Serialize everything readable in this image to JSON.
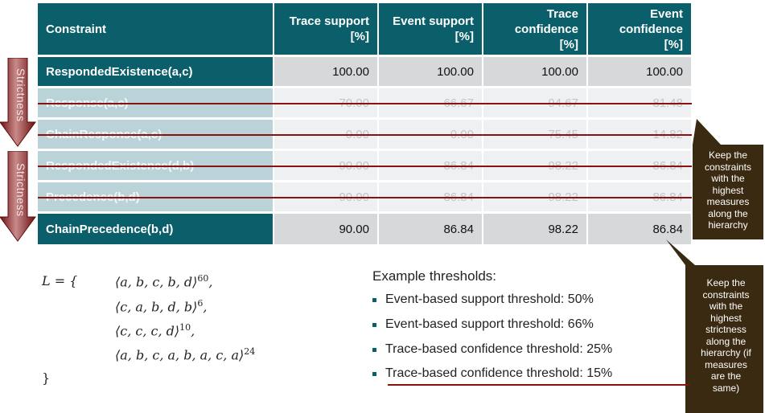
{
  "table": {
    "headers": {
      "constraint": "Constraint",
      "trace_support": [
        "Trace support",
        "[%]"
      ],
      "event_support": [
        "Event support",
        "[%]"
      ],
      "trace_confidence": [
        "Trace",
        "confidence",
        "[%]"
      ],
      "event_confidence": [
        "Event",
        "confidence",
        "[%]"
      ]
    },
    "rows": [
      {
        "name": "RespondedExistence(a,c)",
        "values": [
          "100.00",
          "100.00",
          "100.00",
          "100.00"
        ],
        "state": "kept"
      },
      {
        "name": "Response(a,c)",
        "values": [
          "70.00",
          "66.67",
          "94.67",
          "81.48"
        ],
        "state": "discarded"
      },
      {
        "name": "ChainResponse(a,c)",
        "values": [
          "0.00",
          "0.00",
          "75.45",
          "14.82"
        ],
        "state": "discarded"
      },
      {
        "name": "RespondedExistence(d,b)",
        "values": [
          "90.00",
          "86.84",
          "98.22",
          "86.84"
        ],
        "state": "discarded"
      },
      {
        "name": "Precedence(b,d)",
        "values": [
          "90.00",
          "86.84",
          "98.22",
          "86.84"
        ],
        "state": "discarded"
      },
      {
        "name": "ChainPrecedence(b,d)",
        "values": [
          "90.00",
          "86.84",
          "98.22",
          "86.84"
        ],
        "state": "kept"
      }
    ]
  },
  "arrows": {
    "top_label": "Strictness",
    "bottom_label": "Strictness"
  },
  "callouts": {
    "top": [
      "Keep the",
      "constraints",
      "with the",
      "highest",
      "measures",
      "along the",
      "hierarchy"
    ],
    "bottom": [
      "Keep the",
      "constraints",
      "with the",
      "highest",
      "strictness",
      "along the",
      "hierarchy (if",
      "measures",
      "are the",
      "same)"
    ]
  },
  "event_log": {
    "open": "L = {",
    "traces": [
      "⟨a, b, c, b, d⟩",
      "⟨c, a, b, d, b⟩",
      "⟨c, c, c, d⟩",
      "⟨a, b, c, a, b, a, c, a⟩"
    ],
    "multiplicities": [
      "60",
      "6",
      "10",
      "24"
    ],
    "separators": [
      ",",
      ",",
      ",",
      ""
    ],
    "close": "}"
  },
  "thresholds": {
    "title": "Example thresholds:",
    "items": [
      "Event-based support threshold: 50%",
      "Event-based support threshold: 66%",
      "Trace-based confidence threshold: 25%",
      "Trace-based confidence threshold: 15%"
    ]
  },
  "colors": {
    "header_teal": "#0b5f6b",
    "strike_red": "#8b1010",
    "callout_brown": "#3a2a12",
    "arrow_dark": "#7a1515"
  }
}
